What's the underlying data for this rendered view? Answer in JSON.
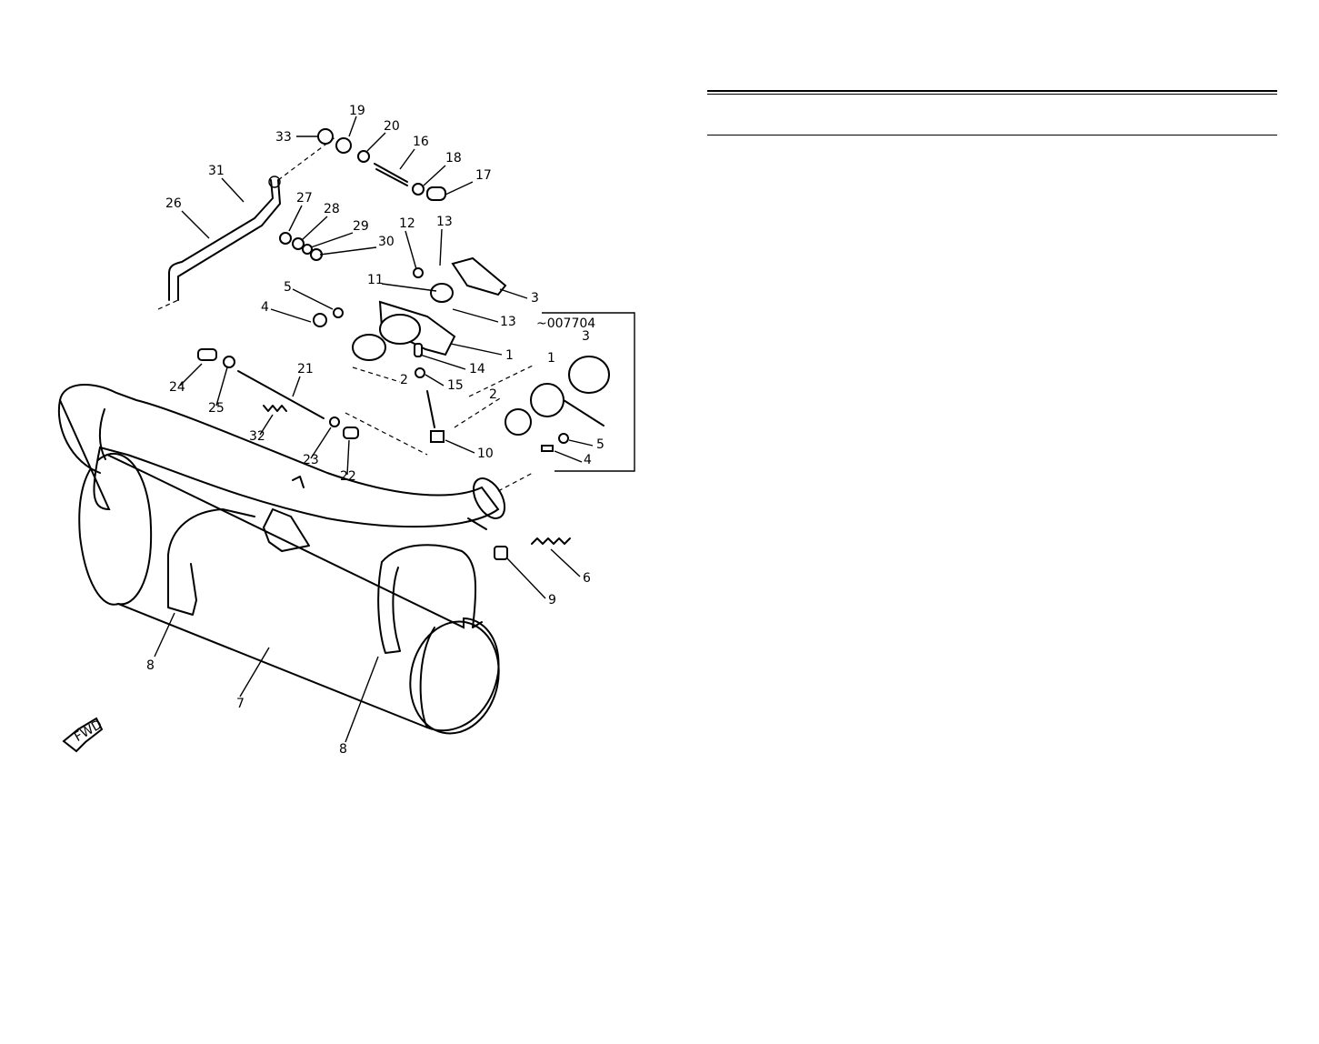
{
  "diagram": {
    "part_numbers": [
      "1",
      "2",
      "3",
      "4",
      "5",
      "6",
      "7",
      "8",
      "9",
      "10",
      "11",
      "12",
      "13",
      "14",
      "15",
      "16",
      "17",
      "18",
      "19",
      "20",
      "21",
      "22",
      "23",
      "24",
      "25",
      "26",
      "27",
      "28",
      "29",
      "30",
      "31",
      "32",
      "33"
    ],
    "inset_label": "~007704",
    "fwd_label": "FWD",
    "line_color": "#000000",
    "background_color": "#ffffff"
  }
}
